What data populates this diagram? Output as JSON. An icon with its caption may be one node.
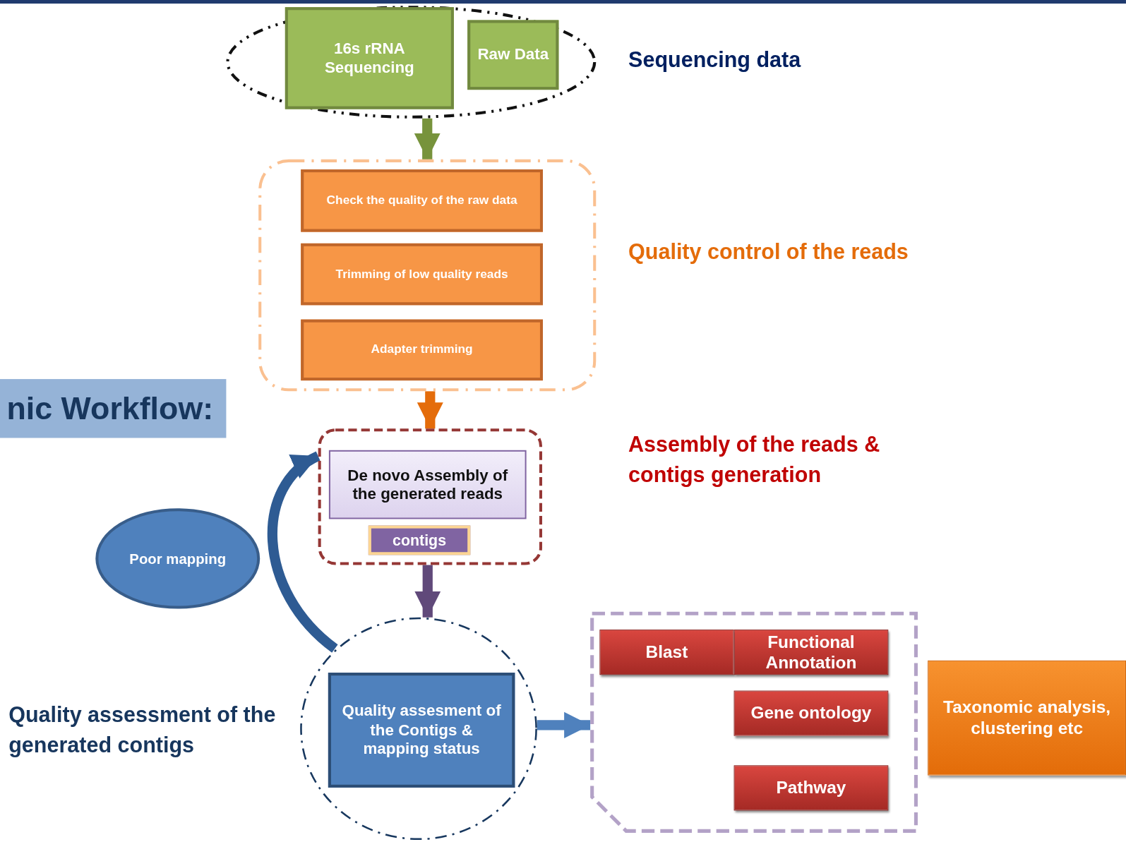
{
  "diagram": {
    "title": "nic Workflow:",
    "nodes": [
      {
        "text": [],
        "shape": "circle",
        "beside": [
          "Sequencing data"
        ]
      },
      {
        "text": [
          "16s rRNA Sequencing"
        ],
        "in": 0
      },
      {
        "text": [
          "Raw Data"
        ],
        "in": 0
      },
      {
        "text": [],
        "shape": "box",
        "beside": [
          "Quality control of the reads"
        ]
      },
      {
        "text": [
          "Check the quality of the raw data"
        ],
        "in": 3
      },
      {
        "text": [
          "Trimming of low quality reads"
        ],
        "in": 3
      },
      {
        "text": [
          "Adapter trimming"
        ],
        "in": 3
      },
      {
        "text": [],
        "shape": "box"
      },
      {
        "text": [
          "De novo Assembly of the generated reads"
        ],
        "in": 7
      },
      {
        "text": [
          "contigs"
        ],
        "in": 7
      },
      {
        "text": [
          "Poor mapping"
        ]
      },
      {
        "text": [],
        "shape": "circle",
        "beside": [
          "Quality assessment of the generated contigs"
        ]
      },
      {
        "text": [
          "Quality assesment of the Contigs & mapping status"
        ],
        "in": 11
      },
      {
        "text": [],
        "shape": "box"
      },
      {
        "text": [
          "Blast"
        ],
        "in": 13
      },
      {
        "text": [
          "Functional Annotation"
        ],
        "in": 13
      },
      {
        "text": [
          "Gene ontology"
        ],
        "in": 13
      },
      {
        "text": [
          "Pathway"
        ],
        "in": 13
      },
      {
        "text": [
          "Taxonomic analysis, clustering etc"
        ]
      }
    ],
    "edges": [
      {
        "from": 0,
        "to": 3,
        "arrow": "to",
        "color": "#77933c"
      },
      {
        "from": 3,
        "to": 7,
        "arrow": "to",
        "color": "#e46c0a"
      },
      {
        "from": 7,
        "to": 11,
        "arrow": "to",
        "color": "#60497a"
      },
      {
        "from": 11,
        "to": 13,
        "arrow": "to",
        "color": "#4f81bd"
      },
      {
        "from": 11,
        "to": 7,
        "arrow": "to",
        "color": "#2e5b93"
      }
    ],
    "labels": [
      "Assembly of the reads & contigs generation"
    ]
  }
}
